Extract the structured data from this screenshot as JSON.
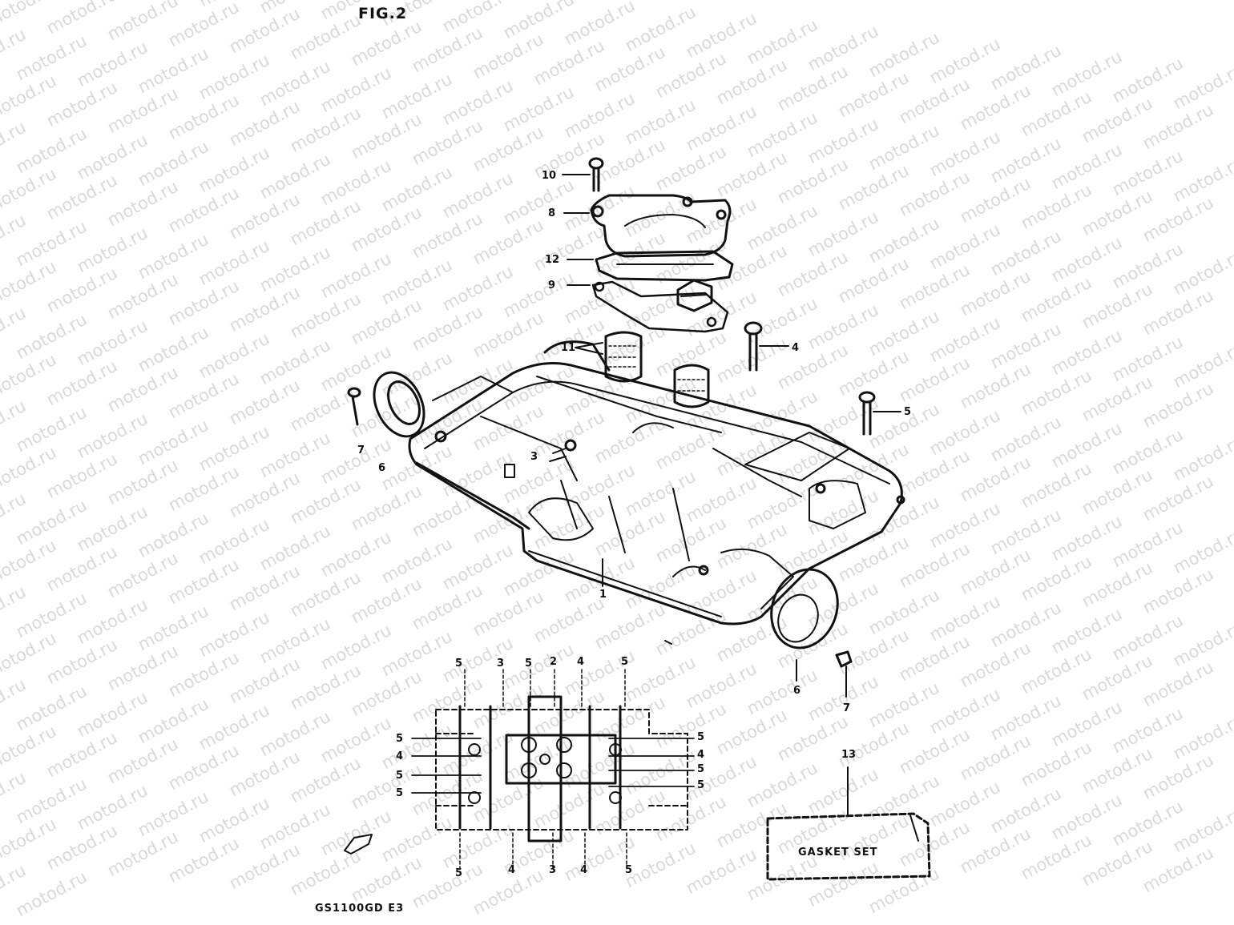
{
  "figure": {
    "title": "FIG.2",
    "model_code": "GS1100GD E3",
    "watermark": "motod.ru",
    "gasket_set_label": "GASKET SET"
  },
  "callouts": {
    "main": [
      "10",
      "8",
      "12",
      "9",
      "11",
      "4",
      "5",
      "7",
      "6",
      "3",
      "1",
      "6",
      "7",
      "13"
    ],
    "plan_top": [
      "5",
      "3",
      "5",
      "2",
      "4",
      "5"
    ],
    "plan_left": [
      "5",
      "4",
      "5",
      "5"
    ],
    "plan_right": [
      "5",
      "4",
      "5",
      "5"
    ],
    "plan_bottom": [
      "5",
      "4",
      "3",
      "4",
      "5"
    ]
  }
}
